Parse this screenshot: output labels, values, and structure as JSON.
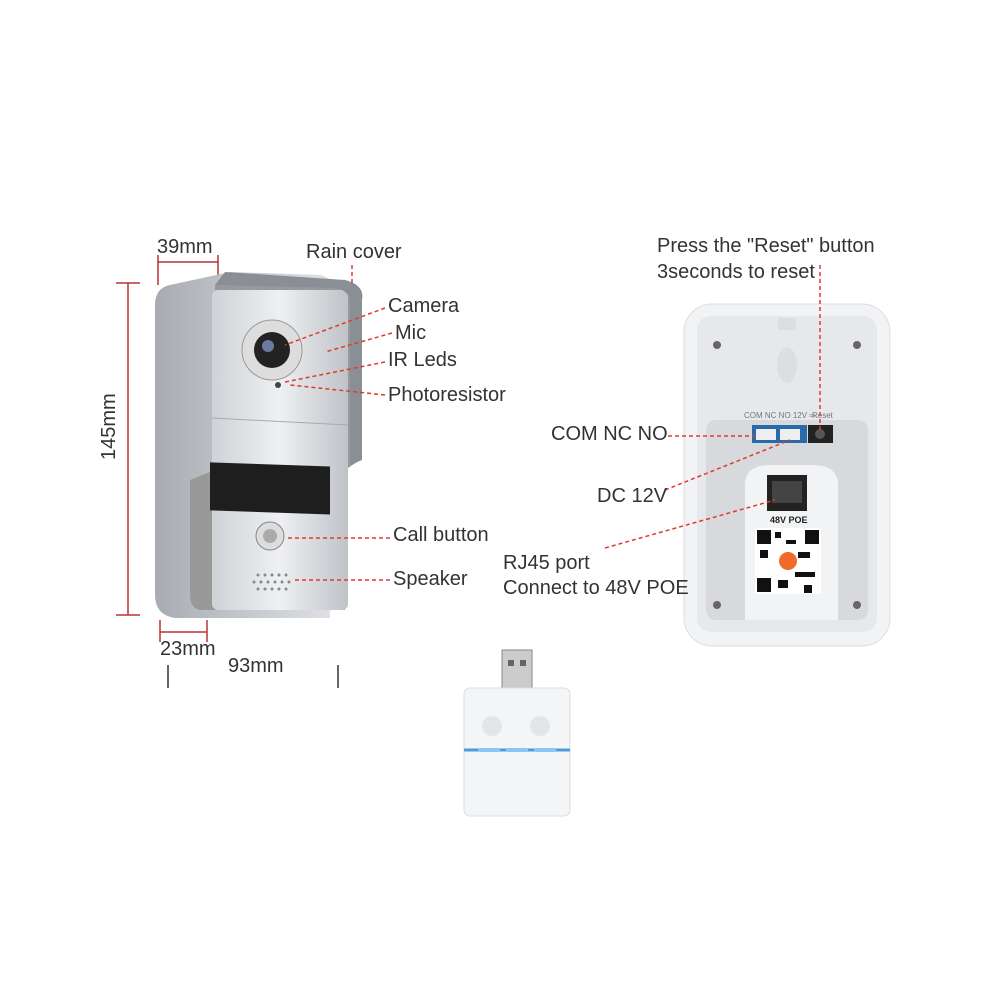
{
  "dimensions": {
    "depth_top": "39mm",
    "height": "145mm",
    "depth_bottom": "23mm",
    "width": "93mm"
  },
  "front_labels": {
    "rain_cover": "Rain cover",
    "camera": "Camera",
    "mic": "Mic",
    "ir_leds": "IR Leds",
    "photoresistor": "Photoresistor",
    "call_button": "Call button",
    "speaker": "Speaker"
  },
  "back_labels": {
    "reset_line1": "Press the \"Reset\" button",
    "reset_line2": "3seconds to reset",
    "com_nc_no": "COM NC NO",
    "dc12v": "DC 12V",
    "rj45_line1": "RJ45 port",
    "rj45_line2": "Connect to 48V POE"
  },
  "board": {
    "silk_terminals": "COM NC NO 12V ═",
    "silk_reset": "Reset",
    "poe_label": "48V POE"
  },
  "colors": {
    "leader": "#e03a2a",
    "accent_led": "#4a9be0"
  }
}
